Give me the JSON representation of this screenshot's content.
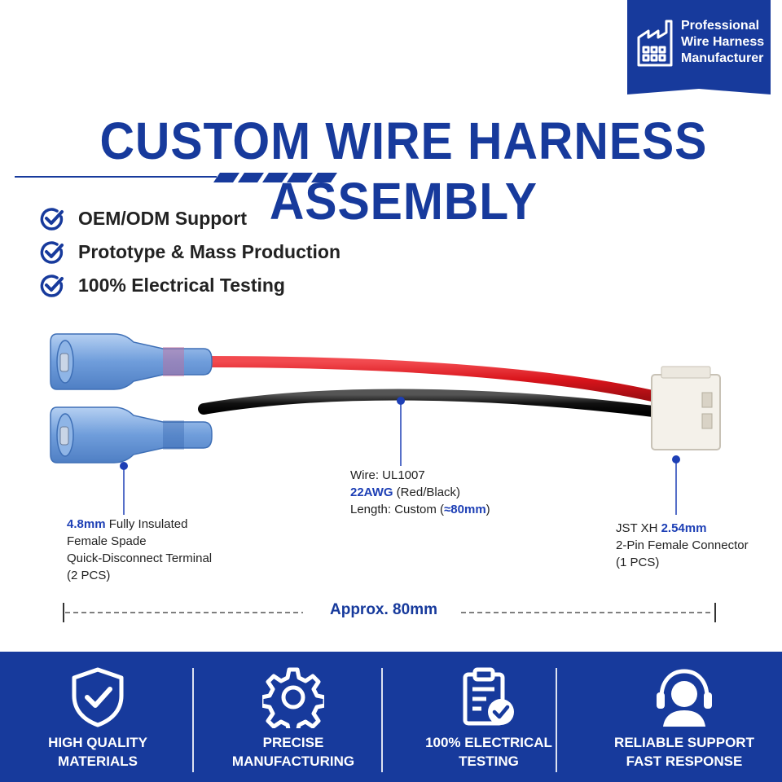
{
  "badge": {
    "lines": [
      "Professional",
      "Wire Harness",
      "Manufacturer"
    ]
  },
  "title": "CUSTOM WIRE HARNESS ASSEMBLY",
  "features": [
    "OEM/ODM Support",
    "Prototype & Mass Production",
    "100% Electrical Testing"
  ],
  "callouts": {
    "terminal": {
      "highlight": "4.8mm",
      "first_rest": " Fully Insulated",
      "lines": [
        "Female Spade",
        "Quick-Disconnect Terminal",
        "(2 PCS)"
      ]
    },
    "wire": {
      "line1": "Wire: UL1007",
      "highlight": "22AWG",
      "line2_rest": " (Red/Black)",
      "line3_prefix": "Length: Custom (",
      "line3_highlight": "≈80mm",
      "line3_suffix": ")"
    },
    "connector": {
      "prefix": "JST XH ",
      "highlight": "2.54mm",
      "lines": [
        "2-Pin Female Connector",
        "(1 PCS)"
      ]
    }
  },
  "dimension": "Approx. 80mm",
  "footer": [
    {
      "icon": "shield-check-icon",
      "lines": [
        "HIGH QUALITY",
        "MATERIALS"
      ]
    },
    {
      "icon": "gear-icon",
      "lines": [
        "PRECISE",
        "MANUFACTURING"
      ]
    },
    {
      "icon": "clipboard-check-icon",
      "lines": [
        "100% ELECTRICAL",
        "TESTING"
      ]
    },
    {
      "icon": "headset-support-icon",
      "lines": [
        "RELIABLE SUPPORT",
        "FAST RESPONSE"
      ]
    }
  ],
  "colors": {
    "brand": "#173a9c",
    "accent": "#1d3fb5",
    "red_wire": "#d9141b",
    "black_wire": "#111111",
    "terminal_blue": "#7aa6de"
  }
}
